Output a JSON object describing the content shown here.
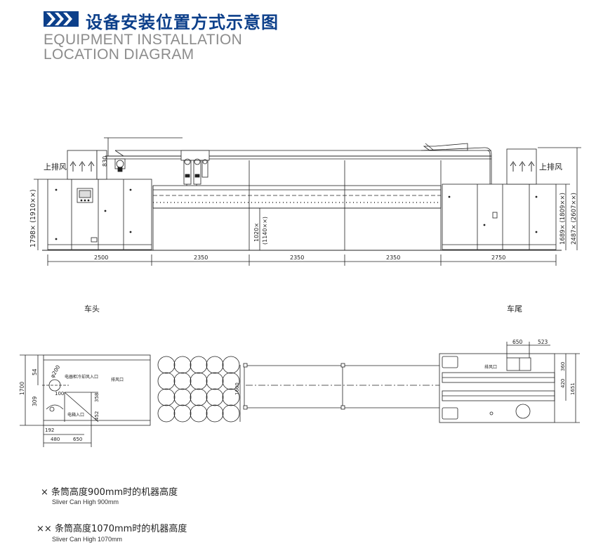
{
  "header": {
    "title_cn": "设备安装位置方式示意图",
    "title_en_1": "EQUIPMENT INSTALLATION",
    "title_en_2": "LOCATION DIAGRAM",
    "accent_color": "#0c3f8a"
  },
  "elevation": {
    "label_exhaust_left": "上排风",
    "label_exhaust_right": "上排风",
    "dim_830": "830",
    "dim_left_height": "1798× (1910××)",
    "dim_mid_height": "1020×",
    "dim_mid_height_2": "(1140××)",
    "dim_right_height_1": "1689× (1809××)",
    "dim_right_height_2": "2487× (2607××)",
    "dims_bottom": [
      "2500",
      "2350",
      "2350",
      "2350",
      "2750"
    ]
  },
  "labels": {
    "head": "车头",
    "tail": "车尾"
  },
  "plan": {
    "dim_1700": "1700",
    "dim_309": "309",
    "dim_54": "54",
    "dim_phi200": "φ200",
    "dim_100": "100",
    "dim_358": "358",
    "dim_452": "452",
    "dim_192": "192",
    "dim_480": "480",
    "dim_650_left": "650",
    "dim_1600": "1600",
    "label_inlet_1": "电器柜冷却风入口",
    "label_outlet": "排风口",
    "label_inlet_2": "电箱入口",
    "label_outlet_right": "排风口",
    "dim_650_right": "650",
    "dim_523": "523",
    "dim_360": "360",
    "dim_420": "420",
    "dim_1651": "1651"
  },
  "notes": [
    {
      "mark": "×",
      "cn": "条筒高度900mm时的机器高度",
      "en": "Sliver Can High 900mm"
    },
    {
      "mark": "××",
      "cn": "条筒高度1070mm时的机器高度",
      "en": "Sliver Can High 1070mm"
    }
  ]
}
